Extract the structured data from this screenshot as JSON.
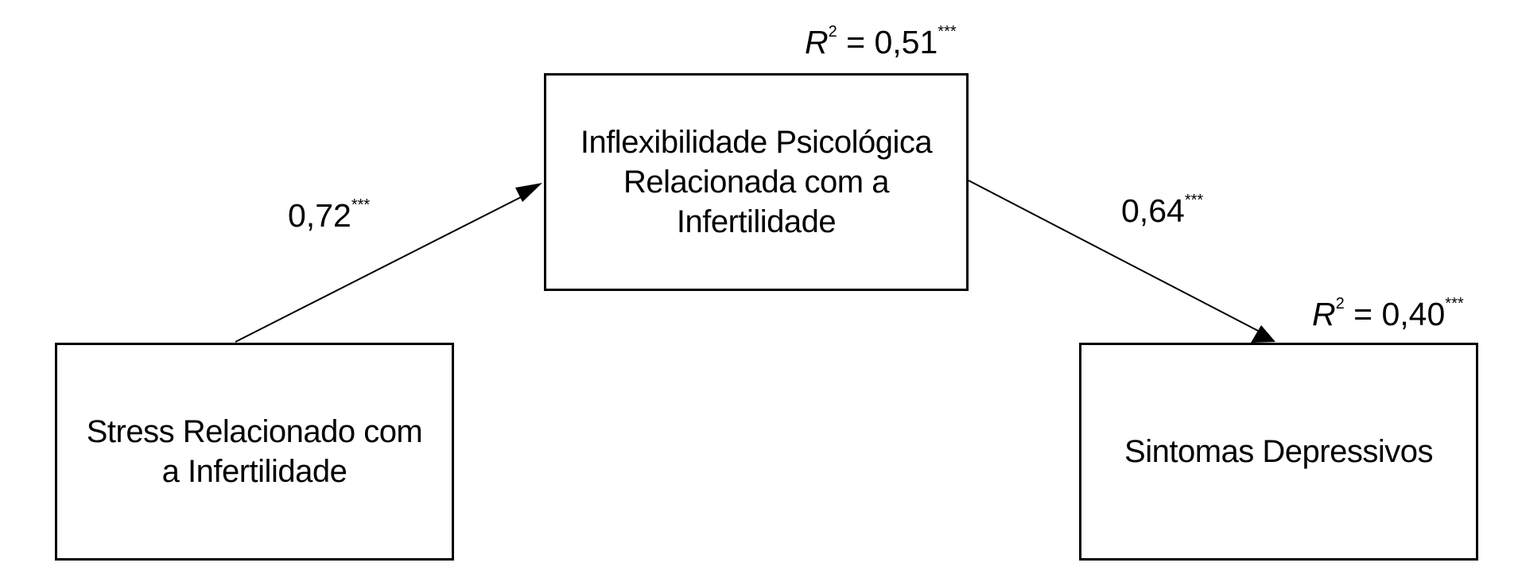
{
  "nodes": {
    "stress": {
      "label": "Stress Relacionado com\na Infertilidade"
    },
    "inflexibility": {
      "label": "Inflexibilidade Psicológica\nRelacionada com a\nInfertilidade"
    },
    "depression": {
      "label": "Sintomas Depressivos"
    }
  },
  "paths": {
    "stress_to_inflexibility": {
      "coefficient": "0,72",
      "significance": "***"
    },
    "inflexibility_to_depression": {
      "coefficient": "0,64",
      "significance": "***"
    }
  },
  "r_squared": {
    "inflexibility": {
      "symbol": "R",
      "power": "2",
      "equals": " = ",
      "value": "0,51",
      "significance": "***"
    },
    "depression": {
      "symbol": "R",
      "power": "2",
      "equals": " = ",
      "value": "0,40",
      "significance": "***"
    }
  },
  "colors": {
    "stroke": "#000000",
    "background": "#ffffff"
  }
}
